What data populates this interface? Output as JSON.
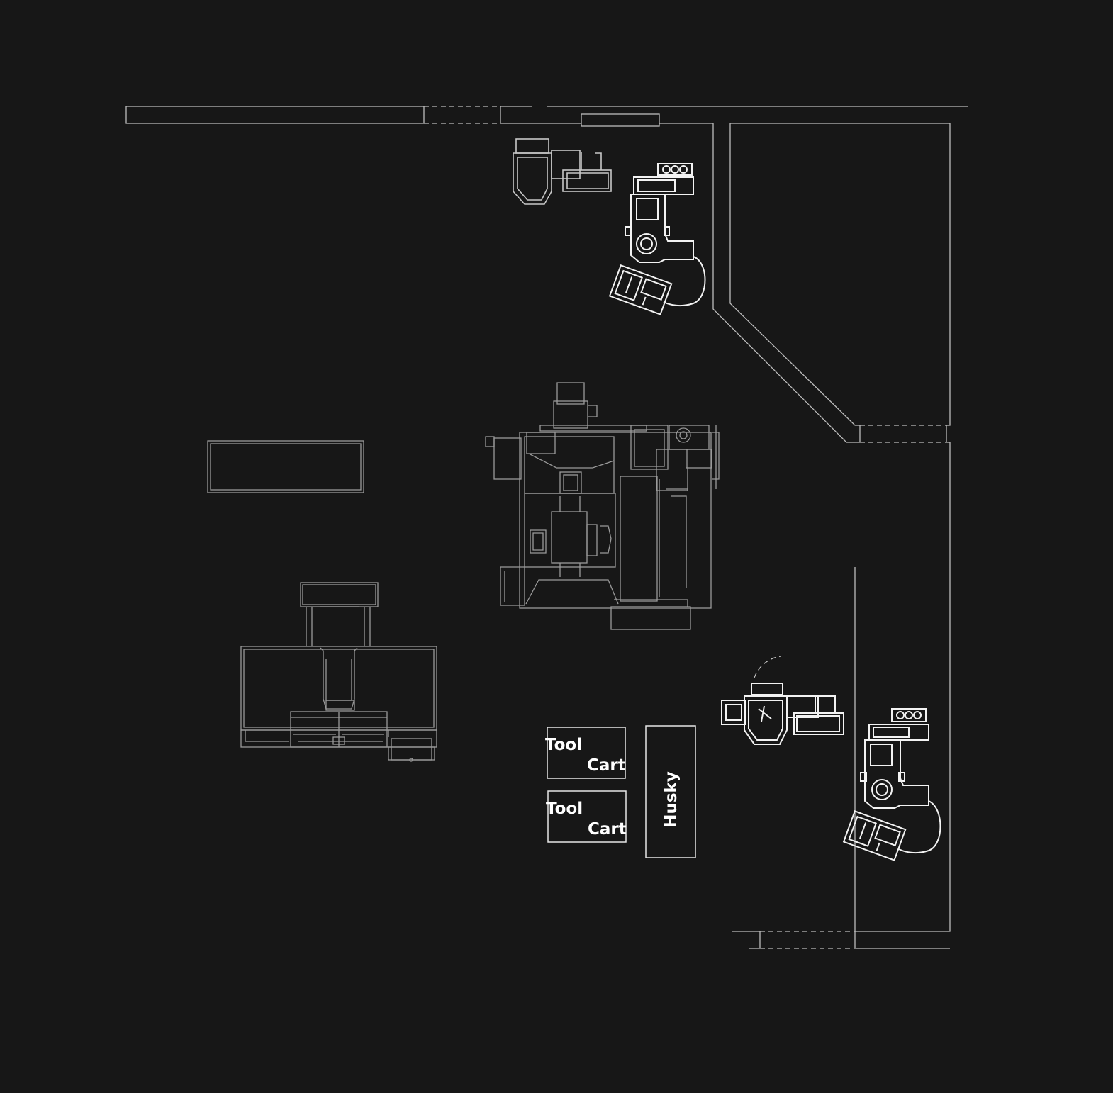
{
  "background": "#171717",
  "line_color": "#bdbdbd",
  "labels": {
    "tool_cart_1": {
      "line1": "Tool",
      "line2": "Cart"
    },
    "tool_cart_2": {
      "line1": "Tool",
      "line2": "Cart"
    },
    "husky": "Husky"
  }
}
